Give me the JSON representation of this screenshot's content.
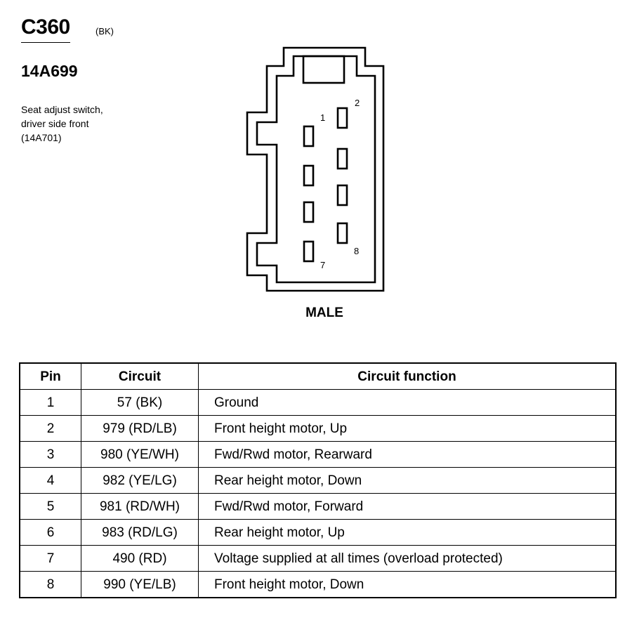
{
  "header": {
    "connector_id": "C360",
    "color_code": "(BK)",
    "part_number": "14A699",
    "description_lines": [
      "Seat adjust switch,",
      "driver side front",
      "(14A701)"
    ]
  },
  "connector": {
    "gender": "MALE",
    "pin_labels": {
      "first": "1",
      "second": "2",
      "seventh": "7",
      "eighth": "8"
    }
  },
  "table": {
    "headers": [
      "Pin",
      "Circuit",
      "Circuit function"
    ],
    "rows": [
      {
        "pin": "1",
        "circuit": "57 (BK)",
        "function": "Ground"
      },
      {
        "pin": "2",
        "circuit": "979 (RD/LB)",
        "function": "Front height motor, Up"
      },
      {
        "pin": "3",
        "circuit": "980 (YE/WH)",
        "function": "Fwd/Rwd motor, Rearward"
      },
      {
        "pin": "4",
        "circuit": "982 (YE/LG)",
        "function": "Rear height motor, Down"
      },
      {
        "pin": "5",
        "circuit": "981 (RD/WH)",
        "function": "Fwd/Rwd motor, Forward"
      },
      {
        "pin": "6",
        "circuit": "983 (RD/LG)",
        "function": "Rear height motor, Up"
      },
      {
        "pin": "7",
        "circuit": "490 (RD)",
        "function": "Voltage supplied at all times (overload protected)"
      },
      {
        "pin": "8",
        "circuit": "990 (YE/LB)",
        "function": "Front height motor, Down"
      }
    ]
  }
}
